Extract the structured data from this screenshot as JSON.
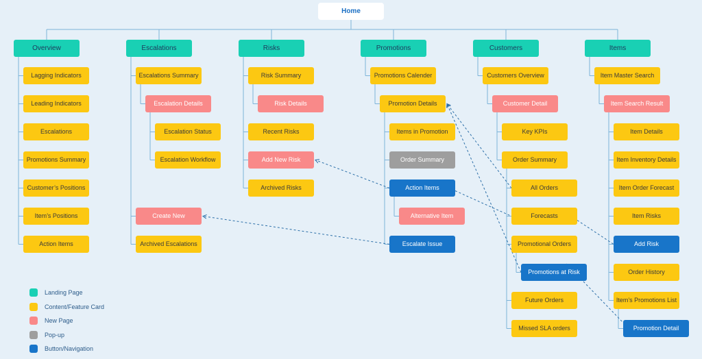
{
  "home": "Home",
  "colors": {
    "landing": "#19d0b4",
    "content": "#fcc812",
    "newpage": "#f98989",
    "popup": "#9e9e9e",
    "button": "#1875c9"
  },
  "columns": [
    {
      "title": "Overview",
      "items": [
        {
          "label": "Lagging Indicators",
          "type": "content",
          "level": 1
        },
        {
          "label": "Leading Indicators",
          "type": "content",
          "level": 1
        },
        {
          "label": "Escalations",
          "type": "content",
          "level": 1
        },
        {
          "label": "Promotions Summary",
          "type": "content",
          "level": 1
        },
        {
          "label": "Customer’s Positions",
          "type": "content",
          "level": 1
        },
        {
          "label": "Item’s Positions",
          "type": "content",
          "level": 1
        },
        {
          "label": "Action Items",
          "type": "content",
          "level": 1
        }
      ]
    },
    {
      "title": "Escalations",
      "items": [
        {
          "label": "Escalations Summary",
          "type": "content",
          "level": 1
        },
        {
          "label": "Escalation Details",
          "type": "newpage",
          "level": 2
        },
        {
          "label": "Escalation Status",
          "type": "content",
          "level": 3
        },
        {
          "label": "Escalation Workflow",
          "type": "content",
          "level": 3
        },
        {
          "label": "",
          "type": "gap",
          "level": 0
        },
        {
          "label": "Create New",
          "type": "newpage",
          "level": 1
        },
        {
          "label": "Archived Escalations",
          "type": "content",
          "level": 1
        }
      ]
    },
    {
      "title": "Risks",
      "items": [
        {
          "label": "Risk Summary",
          "type": "content",
          "level": 1
        },
        {
          "label": "Risk Details",
          "type": "newpage",
          "level": 2
        },
        {
          "label": "Recent Risks",
          "type": "content",
          "level": 1
        },
        {
          "label": "Add New Risk",
          "type": "newpage",
          "level": 1
        },
        {
          "label": "Archived Risks",
          "type": "content",
          "level": 1
        }
      ]
    },
    {
      "title": "Promotions",
      "items": [
        {
          "label": "Promotions Calender",
          "type": "content",
          "level": 1
        },
        {
          "label": "Promotion Details",
          "type": "content",
          "level": 2
        },
        {
          "label": "Items in Promotion",
          "type": "content",
          "level": 3
        },
        {
          "label": "Order Summary",
          "type": "popup",
          "level": 3
        },
        {
          "label": "Action Items",
          "type": "button",
          "level": 3
        },
        {
          "label": "Alternative Item",
          "type": "newpage",
          "level": 4
        },
        {
          "label": "Escalate Issue",
          "type": "button",
          "level": 3
        }
      ]
    },
    {
      "title": "Customers",
      "items": [
        {
          "label": "Customers Overview",
          "type": "content",
          "level": 1
        },
        {
          "label": "Customer Detail",
          "type": "newpage",
          "level": 2
        },
        {
          "label": "Key KPIs",
          "type": "content",
          "level": 3
        },
        {
          "label": "Order Summary",
          "type": "content",
          "level": 3
        },
        {
          "label": "All Orders",
          "type": "content",
          "level": 4
        },
        {
          "label": "Forecasts",
          "type": "content",
          "level": 4
        },
        {
          "label": "Promotional Orders",
          "type": "content",
          "level": 4
        },
        {
          "label": "Promotions at Risk",
          "type": "button",
          "level": 5
        },
        {
          "label": "Future Orders",
          "type": "content",
          "level": 4
        },
        {
          "label": "Missed SLA orders",
          "type": "content",
          "level": 4
        }
      ]
    },
    {
      "title": "Items",
      "items": [
        {
          "label": "Item Master Search",
          "type": "content",
          "level": 1
        },
        {
          "label": "Item Search Result",
          "type": "newpage",
          "level": 2
        },
        {
          "label": "Item Details",
          "type": "content",
          "level": 3
        },
        {
          "label": "Item Inventory Details",
          "type": "content",
          "level": 3
        },
        {
          "label": "Item Order Forecast",
          "type": "content",
          "level": 3
        },
        {
          "label": "Item Risks",
          "type": "content",
          "level": 3
        },
        {
          "label": "Add Risk",
          "type": "button",
          "level": 3
        },
        {
          "label": "Order History",
          "type": "content",
          "level": 3
        },
        {
          "label": "Item’s Promotions List",
          "type": "content",
          "level": 3
        },
        {
          "label": "Promotion Detail",
          "type": "button",
          "level": 4
        }
      ]
    }
  ],
  "legend": [
    {
      "label": "Landing Page",
      "type": "landing"
    },
    {
      "label": "Content/Feature Card",
      "type": "content"
    },
    {
      "label": "New Page",
      "type": "newpage"
    },
    {
      "label": "Pop-up",
      "type": "popup"
    },
    {
      "label": "Button/Navigation",
      "type": "button"
    }
  ]
}
